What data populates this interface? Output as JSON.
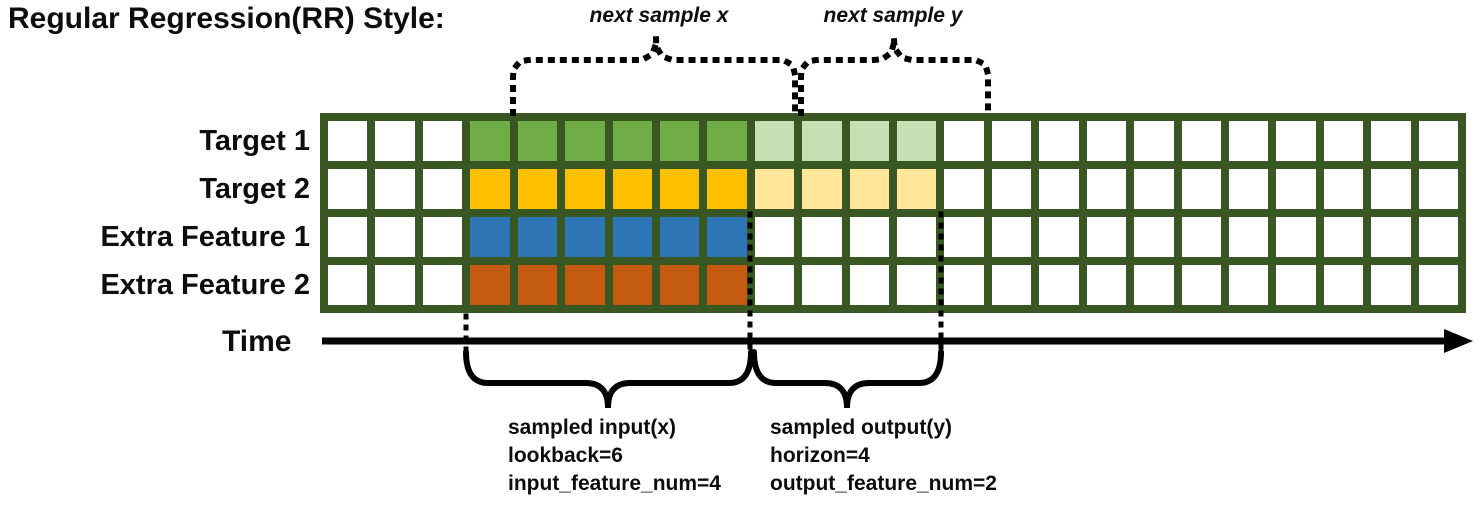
{
  "title": "Regular Regression(RR) Style:",
  "row_labels": [
    "Target 1",
    "Target 2",
    "Extra Feature 1",
    "Extra Feature 2"
  ],
  "time_axis_label": "Time",
  "top_annotations": {
    "next_sample_x": "next sample x",
    "next_sample_y": "next sample y"
  },
  "bottom_annotations": {
    "input": {
      "line1": "sampled input(x)",
      "line2": "lookback=6",
      "line3": "input_feature_num=4"
    },
    "output": {
      "line1": "sampled output(y)",
      "line2": "horizon=4",
      "line3": "output_feature_num=2"
    }
  },
  "grid": {
    "columns": 24,
    "rows": 4,
    "lead_empty_columns": 3,
    "lookback": 6,
    "horizon": 4,
    "input_feature_num": 4,
    "output_feature_num": 2,
    "row_colors_input": [
      "#70AD47",
      "#FFC000",
      "#2E75B6",
      "#C55A11"
    ],
    "row_colors_output": [
      "#C5E0B4",
      "#FFE699",
      "#FFFFFF",
      "#FFFFFF"
    ]
  },
  "colors": {
    "grid_line": "#385723",
    "cell_empty": "#FFFFFF",
    "annotation_ink": "#000000"
  }
}
